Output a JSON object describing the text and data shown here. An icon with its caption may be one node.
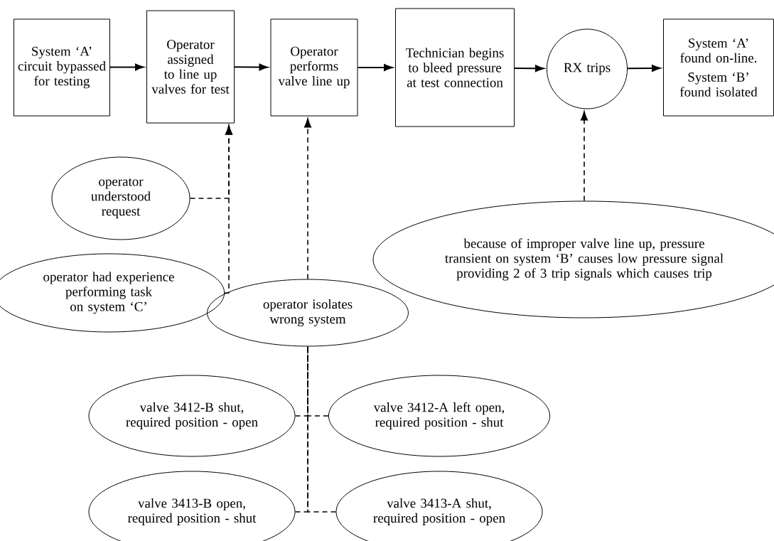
{
  "diagram": {
    "nodes": [
      {
        "text": [
          "System ‘A’ circuit bypassed for testing"
        ]
      },
      {
        "text": [
          "Operator assigned to line up valves for test"
        ]
      },
      {
        "text": [
          "Operator performs valve line up"
        ]
      },
      {
        "text": [
          "Technician begins to bleed pressure at test connection"
        ]
      },
      {
        "text": [
          "RX trips"
        ]
      },
      {
        "text": [
          "System ‘A’ found on-line.",
          "System ‘B’ found isolated"
        ]
      },
      {
        "text": [
          "operator understood request"
        ]
      },
      {
        "text": [
          "operator had experience performing task on system ‘C’"
        ]
      },
      {
        "text": [
          "operator isolates wrong system"
        ]
      },
      {
        "text": [
          "because of improper valve line up, pressure transient on system ‘B’ causes low pressure signal providing 2 of 3 trip signals which causes trip"
        ]
      },
      {
        "text": [
          "valve 3412-B shut, required position - open"
        ]
      },
      {
        "text": [
          "valve 3412-A left open, required position - shut"
        ]
      },
      {
        "text": [
          "valve 3413-B open, required position - shut"
        ]
      },
      {
        "text": [
          "valve 3413-A shut, required position - open"
        ]
      }
    ],
    "edges": [
      {
        "from": 0,
        "to": 1,
        "arrow": "to"
      },
      {
        "from": 1,
        "to": 2,
        "arrow": "to"
      },
      {
        "from": 2,
        "to": 3,
        "arrow": "to"
      },
      {
        "from": 3,
        "to": 4,
        "arrow": "to"
      },
      {
        "from": 4,
        "to": 5,
        "arrow": "to"
      },
      {
        "from": 6,
        "to": 1,
        "arrow": "to",
        "style": "dashed"
      },
      {
        "from": 7,
        "to": 1,
        "arrow": "to",
        "style": "dashed"
      },
      {
        "from": 8,
        "to": 2,
        "arrow": "to",
        "style": "dashed"
      },
      {
        "from": 9,
        "to": 4,
        "arrow": "to",
        "style": "dashed"
      },
      {
        "from": 10,
        "to": 8,
        "arrow": "none",
        "style": "dashed"
      },
      {
        "from": 11,
        "to": 8,
        "arrow": "none",
        "style": "dashed"
      },
      {
        "from": 12,
        "to": 8,
        "arrow": "none",
        "style": "dashed"
      },
      {
        "from": 13,
        "to": 8,
        "arrow": "none",
        "style": "dashed"
      }
    ]
  }
}
